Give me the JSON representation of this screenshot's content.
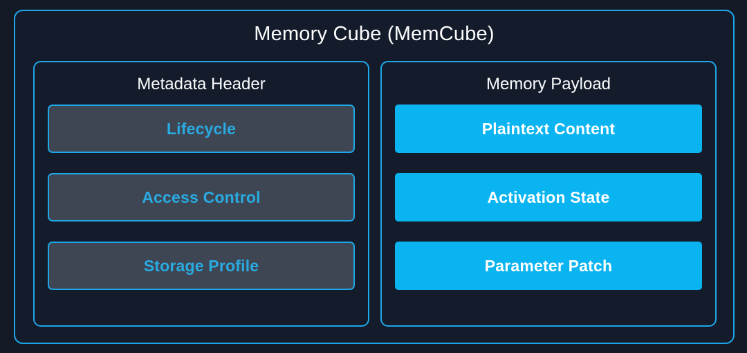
{
  "diagram": {
    "title": "Memory Cube (MemCube)",
    "colors": {
      "background": "#131a26",
      "card_fill": "#141c2b",
      "accent_border": "#1ea7e8",
      "meta_box_fill": "#3e4653",
      "meta_box_text": "#29abe2",
      "payload_box_fill": "#0ab4f0",
      "payload_box_text": "#ffffff",
      "title_text": "#fdfdfe"
    },
    "panels": [
      {
        "id": "metadata-header",
        "title": "Metadata Header",
        "style": "meta",
        "items": [
          {
            "label": "Lifecycle"
          },
          {
            "label": "Access Control"
          },
          {
            "label": "Storage Profile"
          }
        ]
      },
      {
        "id": "memory-payload",
        "title": "Memory Payload",
        "style": "payload",
        "items": [
          {
            "label": "Plaintext Content"
          },
          {
            "label": "Activation State"
          },
          {
            "label": "Parameter Patch"
          }
        ]
      }
    ]
  }
}
